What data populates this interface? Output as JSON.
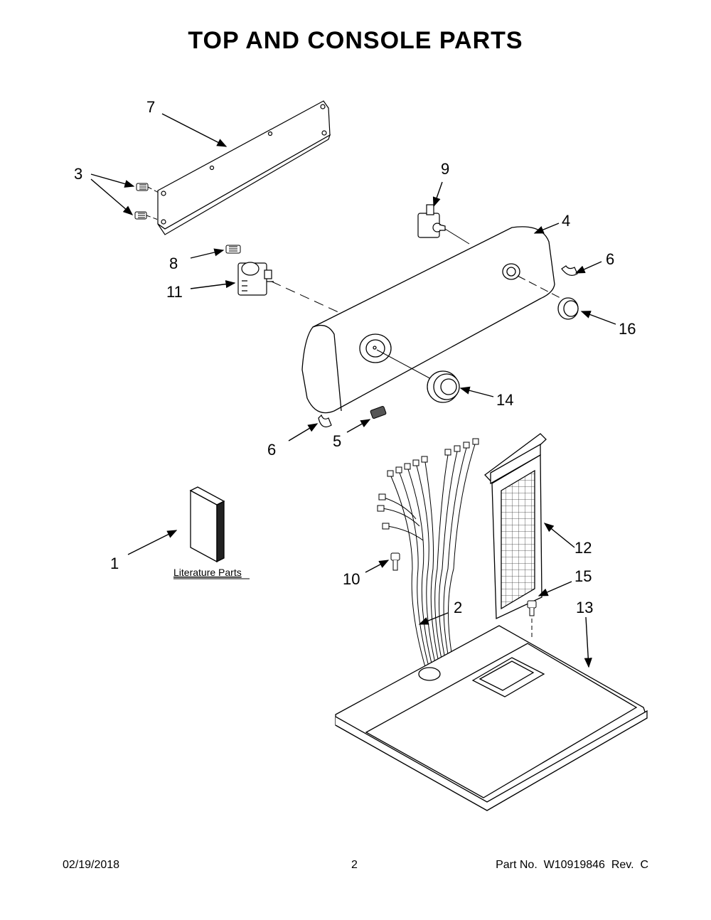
{
  "title": "TOP AND CONSOLE PARTS",
  "callouts": [
    "1",
    "2",
    "3",
    "4",
    "5",
    "6",
    "6",
    "7",
    "8",
    "9",
    "10",
    "11",
    "12",
    "13",
    "14",
    "15",
    "16"
  ],
  "literature_label": "Literature Parts",
  "footer": {
    "date": "02/19/2018",
    "page": "2",
    "part_number": "Part No.  W10919846  Rev.  C"
  }
}
